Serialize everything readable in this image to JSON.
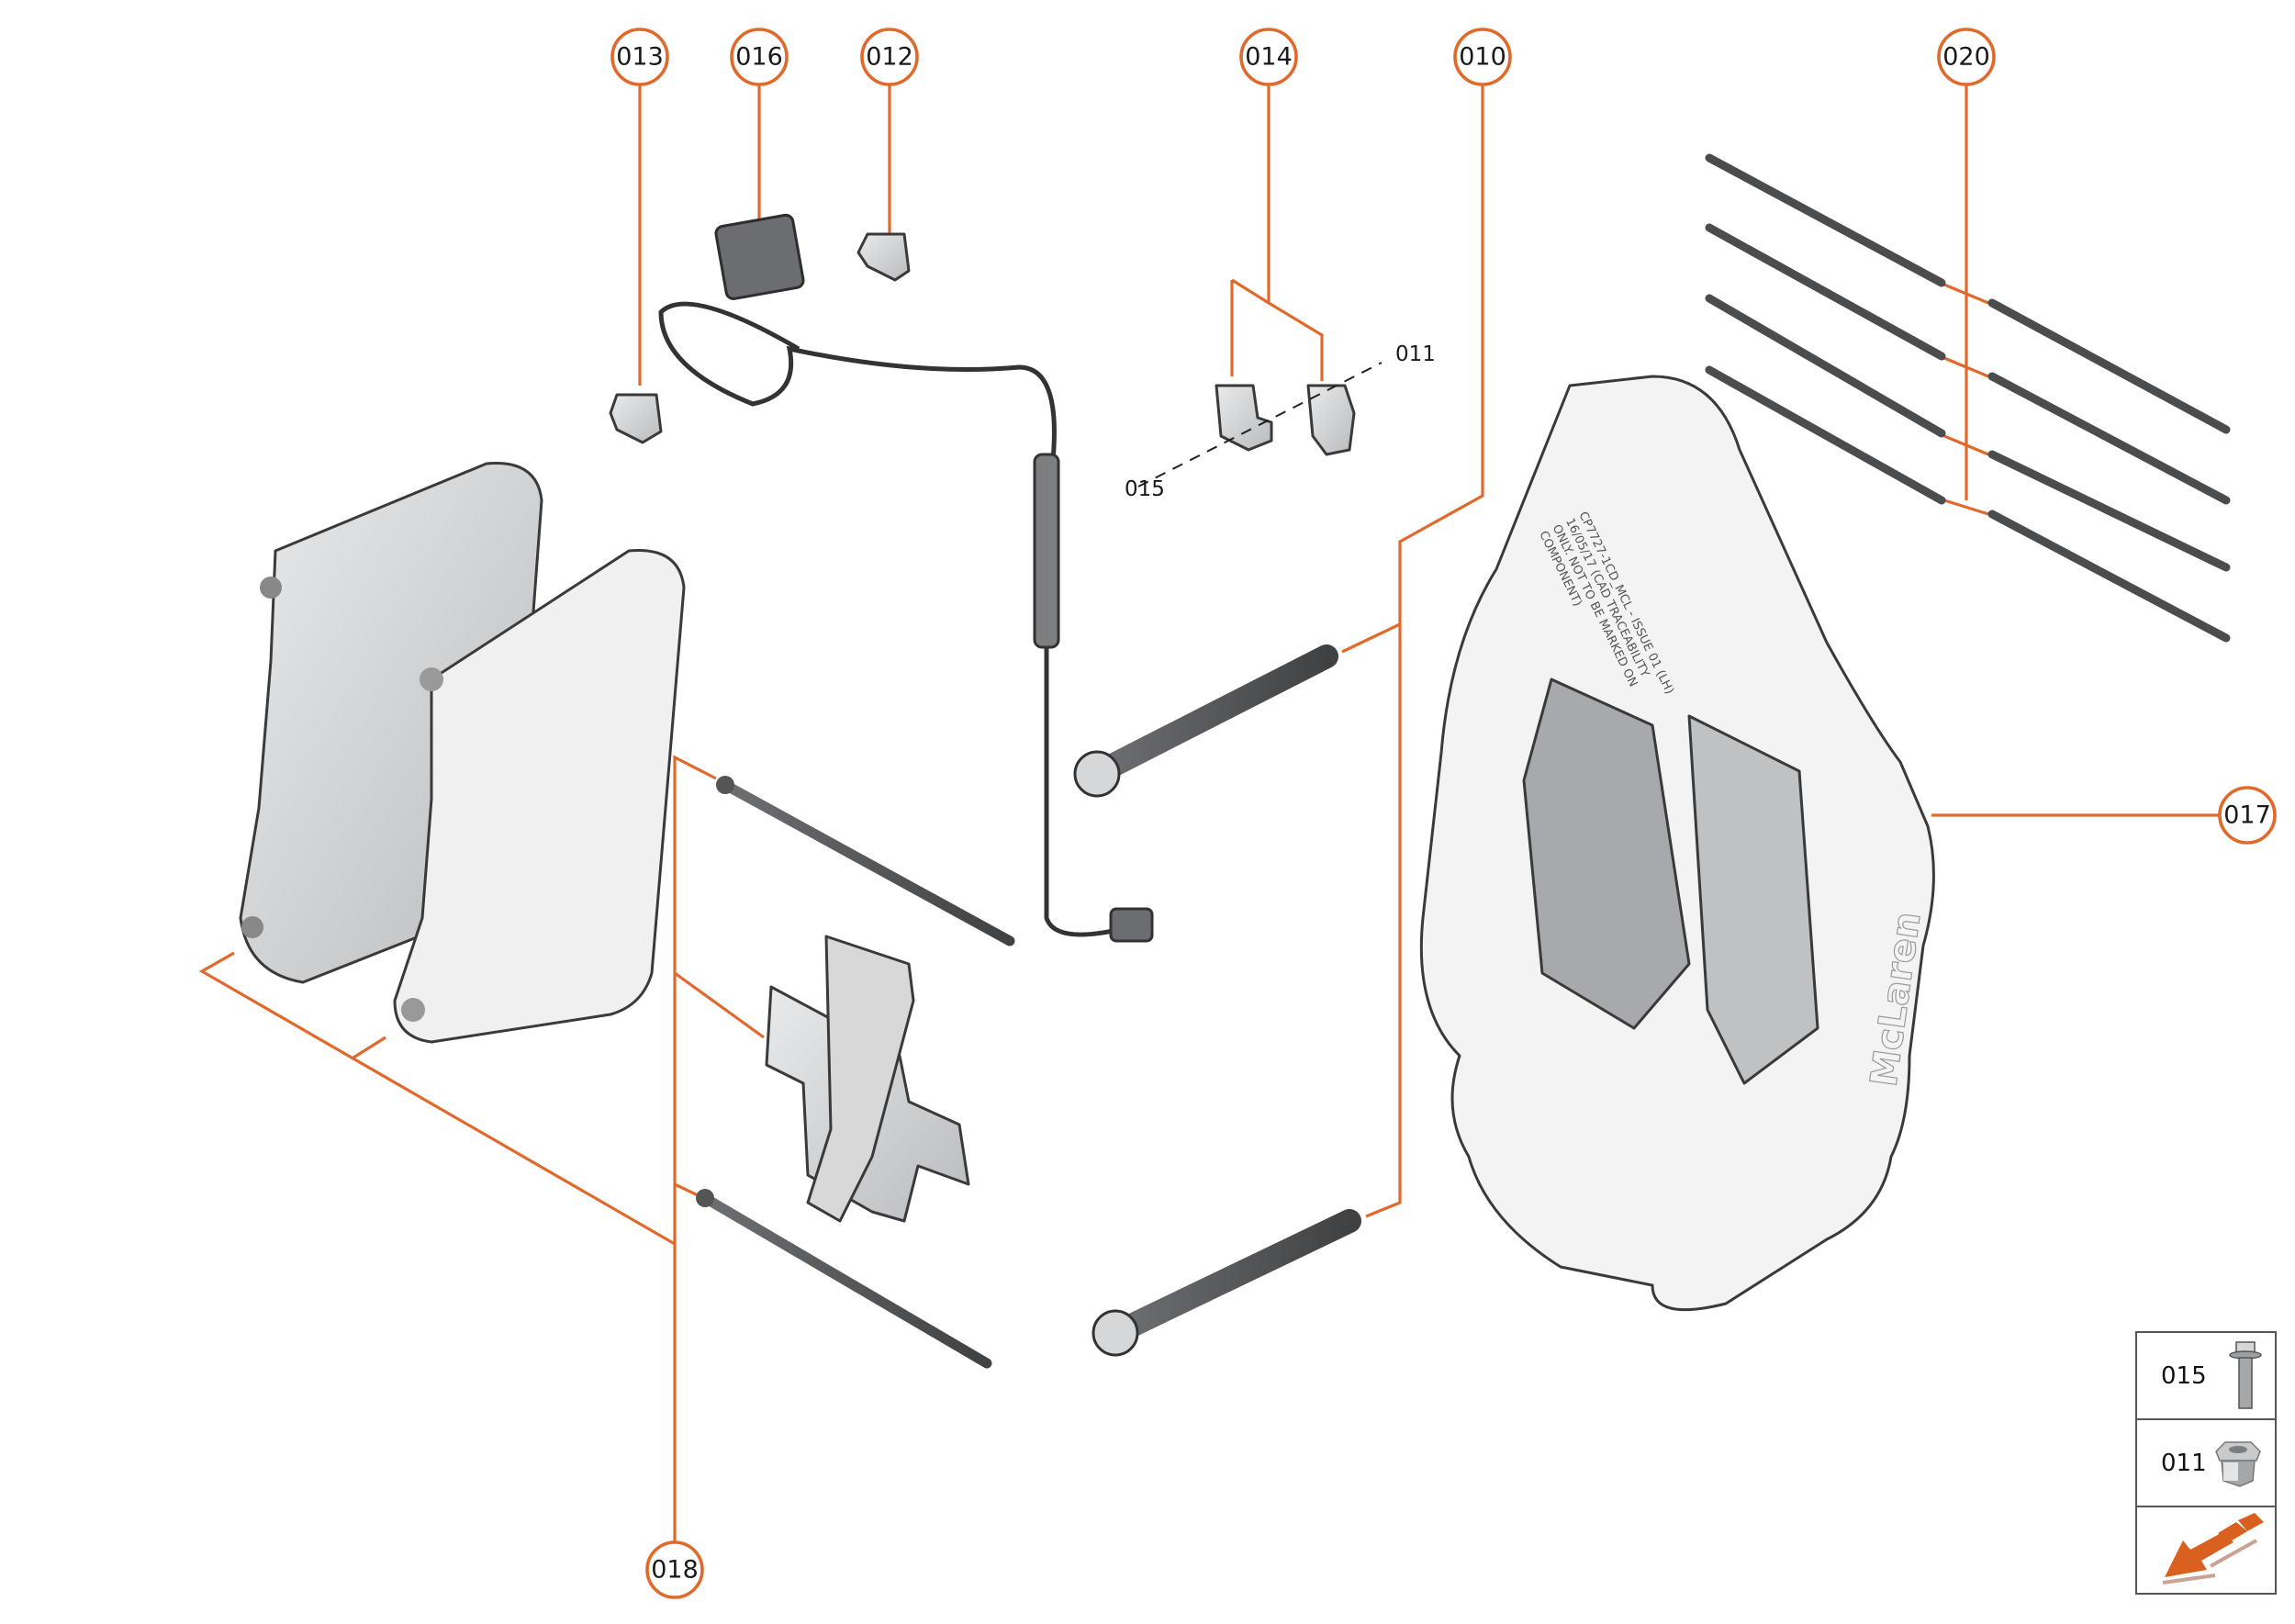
{
  "diagram": {
    "callouts": [
      {
        "id": "013",
        "label": "013"
      },
      {
        "id": "016",
        "label": "016"
      },
      {
        "id": "012",
        "label": "012"
      },
      {
        "id": "014",
        "label": "014"
      },
      {
        "id": "010",
        "label": "010"
      },
      {
        "id": "020",
        "label": "020"
      },
      {
        "id": "017",
        "label": "017"
      },
      {
        "id": "018",
        "label": "018"
      }
    ],
    "dashed_labels": {
      "fastener_bolt": "015",
      "fastener_nut": "011"
    },
    "caliper_note": [
      "CP7727-1CD_MCL - ISSUE 01 (LH)",
      "16/05/17 (CAD TRACEABILITY",
      "ONLY. NOT TO BE MARKED ON",
      "COMPONENT)"
    ],
    "caliper_logo": "McLaren",
    "colors": {
      "accent": "#e06a2c",
      "part_fill": "#c9cbcd",
      "part_light": "#ececec",
      "outline": "#3a3a3a"
    }
  },
  "legend": {
    "items": [
      {
        "label": "015",
        "icon": "flange-bolt-icon"
      },
      {
        "label": "011",
        "icon": "flange-nut-icon"
      }
    ],
    "direction_icon": "orientation-arrow-icon"
  }
}
